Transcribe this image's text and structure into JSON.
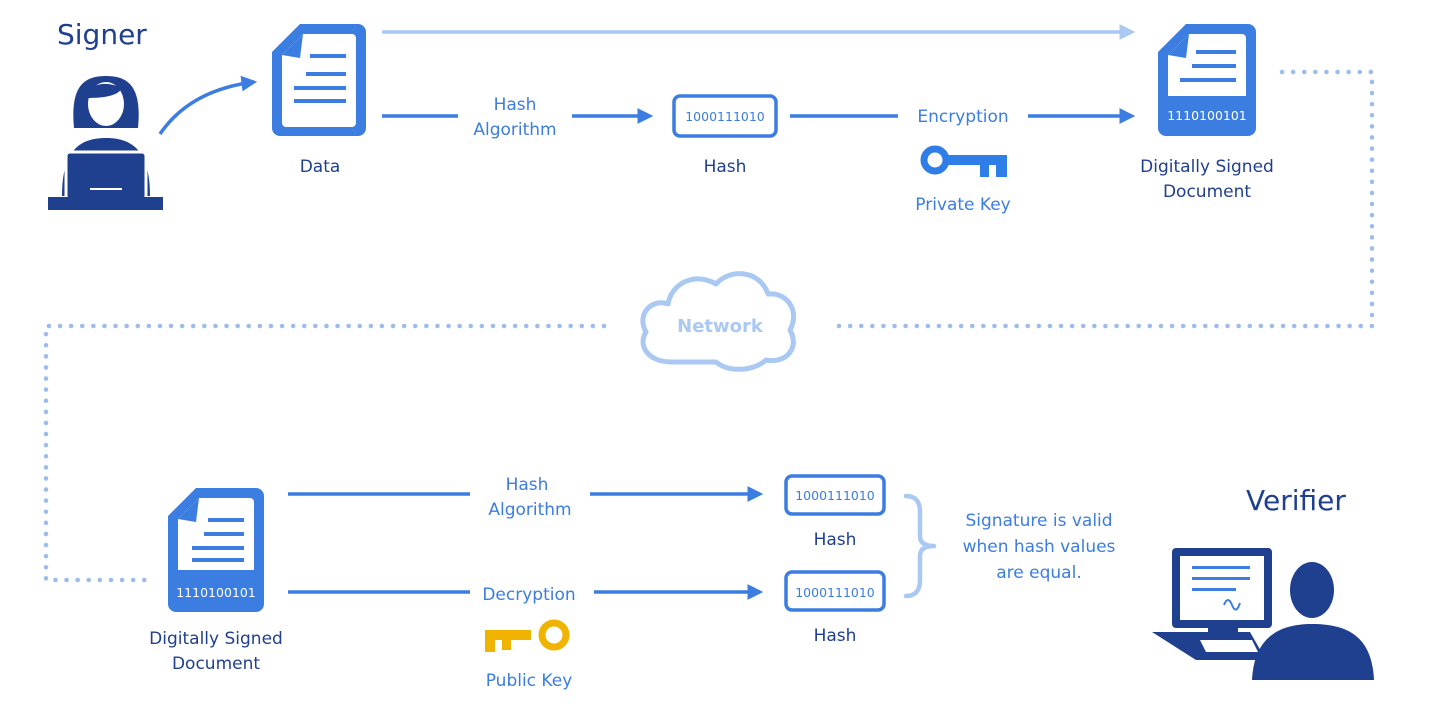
{
  "signer": {
    "title": "Signer",
    "data_label": "Data",
    "hash_algorithm_l1": "Hash",
    "hash_algorithm_l2": "Algorithm",
    "hash_value": "1000111010",
    "hash_label": "Hash",
    "encryption_label": "Encryption",
    "private_key_label": "Private Key",
    "signed_doc_value": "1110100101",
    "signed_doc_l1": "Digitally Signed",
    "signed_doc_l2": "Document"
  },
  "network": {
    "label": "Network"
  },
  "verifier": {
    "title": "Verifier",
    "signed_doc_value": "1110100101",
    "signed_doc_l1": "Digitally Signed",
    "signed_doc_l2": "Document",
    "hash_algorithm_l1": "Hash",
    "hash_algorithm_l2": "Algorithm",
    "decryption_label": "Decryption",
    "public_key_label": "Public Key",
    "hash_top_value": "1000111010",
    "hash_top_label": "Hash",
    "hash_bottom_value": "1000111010",
    "hash_bottom_label": "Hash",
    "note_l1": "Signature is valid",
    "note_l2": "when hash values",
    "note_l3": "are equal."
  },
  "colors": {
    "primary": "#3b7de0",
    "dark": "#1f3f8f",
    "light": "#a9c8f2",
    "dots": "#9cbdeb",
    "public_key": "#f0b400",
    "private_key": "#2f7de6"
  }
}
